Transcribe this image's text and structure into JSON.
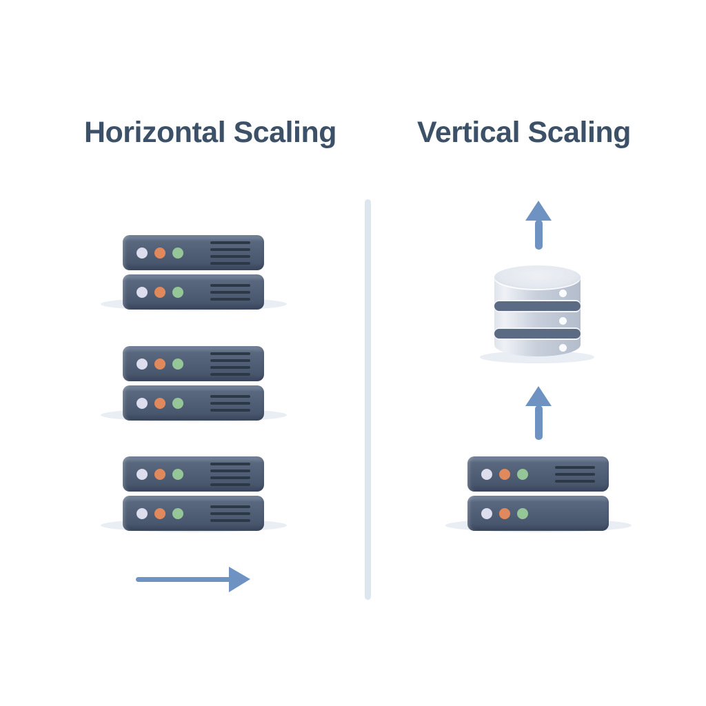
{
  "panels": {
    "left": {
      "title": "Horizontal Scaling",
      "stacks": [
        {
          "name": "server-stack-1",
          "servers": [
            {
              "vents": 4
            },
            {
              "vents": 3
            }
          ]
        },
        {
          "name": "server-stack-2",
          "servers": [
            {
              "vents": 4
            },
            {
              "vents": 3
            }
          ]
        },
        {
          "name": "server-stack-3",
          "servers": [
            {
              "vents": 4
            },
            {
              "vents": 3
            }
          ]
        }
      ],
      "arrow": {
        "name": "right-arrow-icon",
        "direction": "right"
      }
    },
    "right": {
      "title": "Vertical Scaling",
      "arrows": [
        {
          "name": "up-arrow-icon",
          "direction": "up"
        },
        {
          "name": "up-arrow-icon",
          "direction": "up"
        }
      ],
      "database": {
        "name": "database-cylinder-icon",
        "segments": 3
      },
      "stacks": [
        {
          "name": "server-stack-4",
          "servers": [
            {
              "vents": 3
            },
            {
              "vents": 0
            }
          ]
        }
      ]
    }
  },
  "server_indicator_dots": [
    {
      "name": "indicator-dot-white",
      "color": "#dcdded"
    },
    {
      "name": "indicator-dot-orange",
      "color": "#e0895c"
    },
    {
      "name": "indicator-dot-green",
      "color": "#95c697"
    }
  ],
  "colors": {
    "title_text": "#3c5168",
    "server_body": "#515f76",
    "server_bevel_light": "#6e7d93",
    "server_bevel_dark": "#3c4960",
    "vent_line": "#2d3847",
    "shadow": "#e9edf4",
    "divider": "#dce6ef",
    "arrow": "#6e92c2",
    "db_body": "#c9d0dc",
    "db_top": "#e4e8ef",
    "db_band": "#5b6b84",
    "canvas_bg": "#ffffff"
  }
}
